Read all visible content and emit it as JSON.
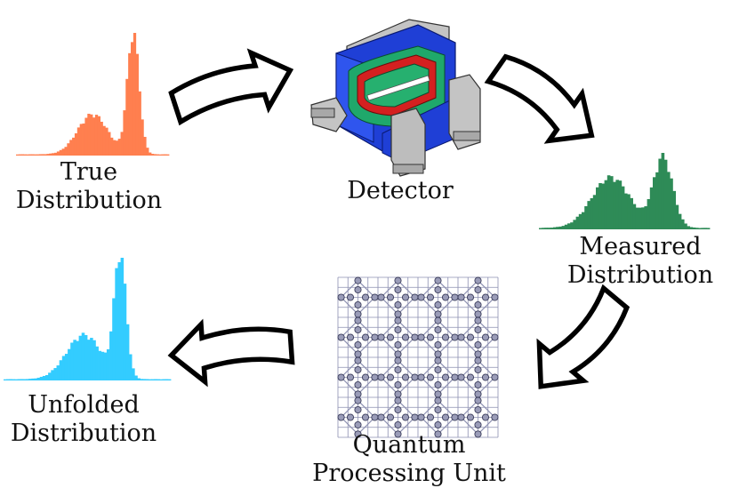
{
  "labels": {
    "true_dist": [
      "True",
      "Distribution"
    ],
    "detector": "Detector",
    "measured_dist": [
      "Measured",
      "Distribution"
    ],
    "qpu": [
      "Quantum",
      "Processing Unit"
    ],
    "unfolded_dist": [
      "Unfolded",
      "Distribution"
    ]
  },
  "colors": {
    "true": "#ff7f4f",
    "measured": "#2e8b57",
    "unfolded": "#33ccff",
    "arrow_stroke": "#000000",
    "arrow_fill": "#ffffff",
    "qpu_node": "#9a9cb8",
    "qpu_line": "#8c8fb0",
    "det_blue": "#1f3fd6",
    "det_green": "#1fa86b",
    "det_red": "#d42020",
    "det_grey": "#b8b8b8"
  },
  "icons": [
    "curved-arrow-icon",
    "detector-icon",
    "qpu-lattice-icon"
  ]
}
